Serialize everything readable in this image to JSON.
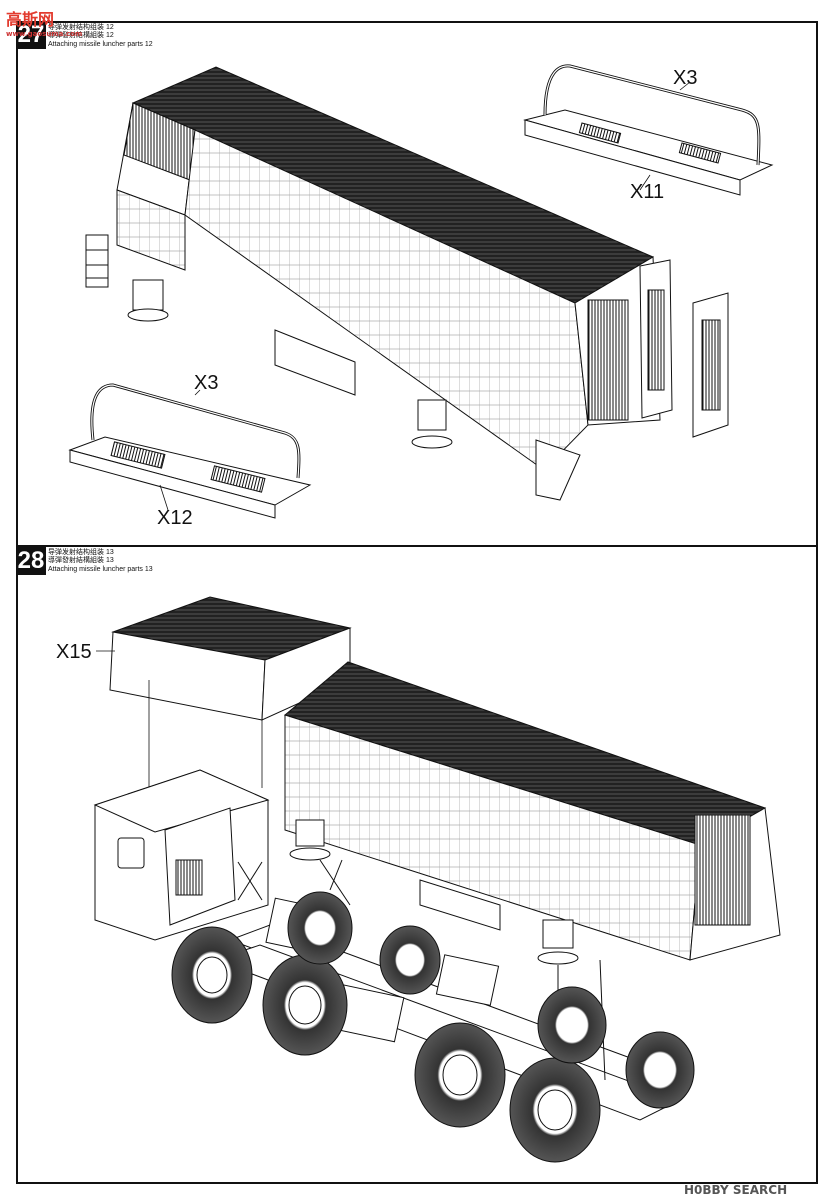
{
  "watermark": {
    "top_left": "高斯网",
    "top_left_sub": "www.gaosuma.com",
    "bottom_right": "H0BBY SEARCH"
  },
  "step27": {
    "number": "27",
    "caption_cn1": "导弹发射结构组装 12",
    "caption_cn2": "導彈發射結構組裝 12",
    "caption_en": "Attaching missile luncher parts 12",
    "labels": {
      "x3_top": "X3",
      "x11": "X11",
      "x3_bottom": "X3",
      "x12": "X12"
    }
  },
  "step28": {
    "number": "28",
    "caption_cn1": "导弹发射结构组装 13",
    "caption_cn2": "導彈發射結構組裝 13",
    "caption_en": "Attaching missile luncher parts 13",
    "labels": {
      "x15": "X15"
    }
  }
}
